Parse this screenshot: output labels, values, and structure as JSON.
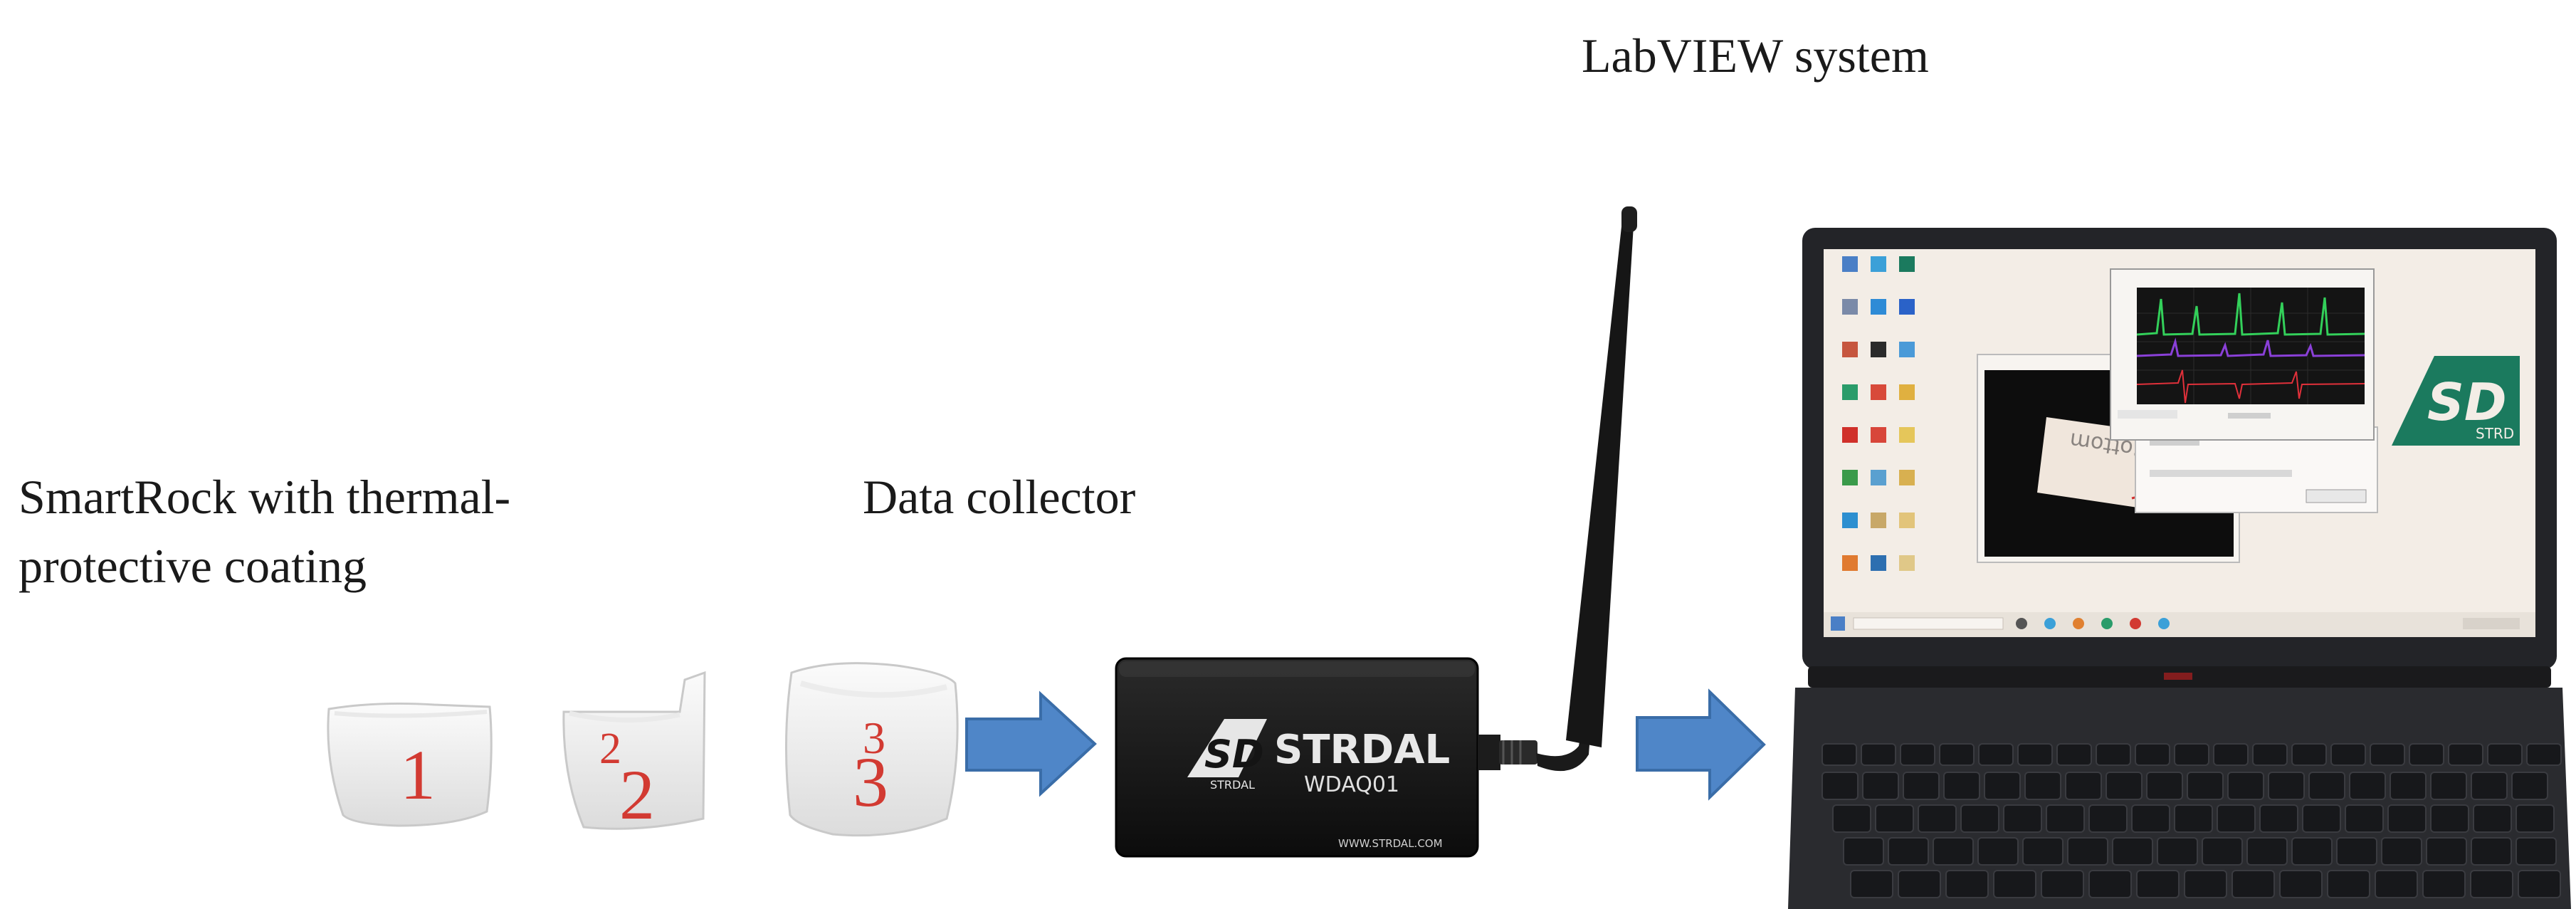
{
  "labels": {
    "smartrock_line1": "SmartRock with thermal-",
    "smartrock_line2": "protective coating",
    "data_collector": "Data collector",
    "labview": "LabVIEW system"
  },
  "rocks": [
    "1",
    "2",
    "3"
  ],
  "rock_2_top_mark": "2",
  "rock_3_top_mark": "3",
  "collector": {
    "brand": "STRDAL",
    "model": "WDAQ01",
    "website": "WWW.STRDAL.COM",
    "logo_text": "SD",
    "logo_subtext": "STRDAL"
  },
  "laptop": {
    "screen_label": "Bottom",
    "wallpaper_logo_text": "STRD"
  },
  "colors": {
    "arrow_fill": "#4f86c8",
    "arrow_stroke": "#3a6da8",
    "collector_body": "#141414",
    "laptop_body": "#232428",
    "screen_bg": "#f3ede6",
    "logo_green": "#1b7a5e"
  }
}
